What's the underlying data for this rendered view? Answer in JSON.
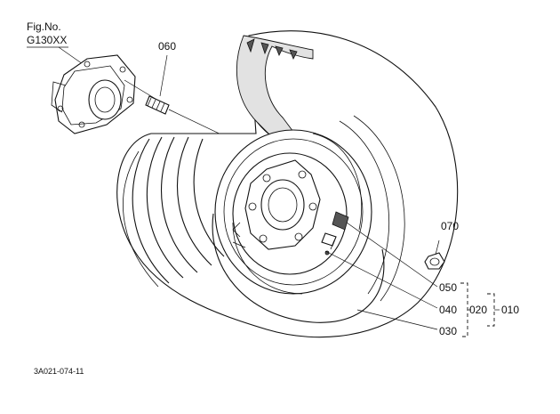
{
  "figure": {
    "ref_title": "Fig.No.",
    "ref_code": "G130XX",
    "image_code": "3A021-074-11"
  },
  "parts": [
    {
      "number": "060"
    },
    {
      "number": "070"
    },
    {
      "number": "050"
    },
    {
      "number": "040"
    },
    {
      "number": "030"
    },
    {
      "number": "020"
    },
    {
      "number": "010"
    }
  ]
}
